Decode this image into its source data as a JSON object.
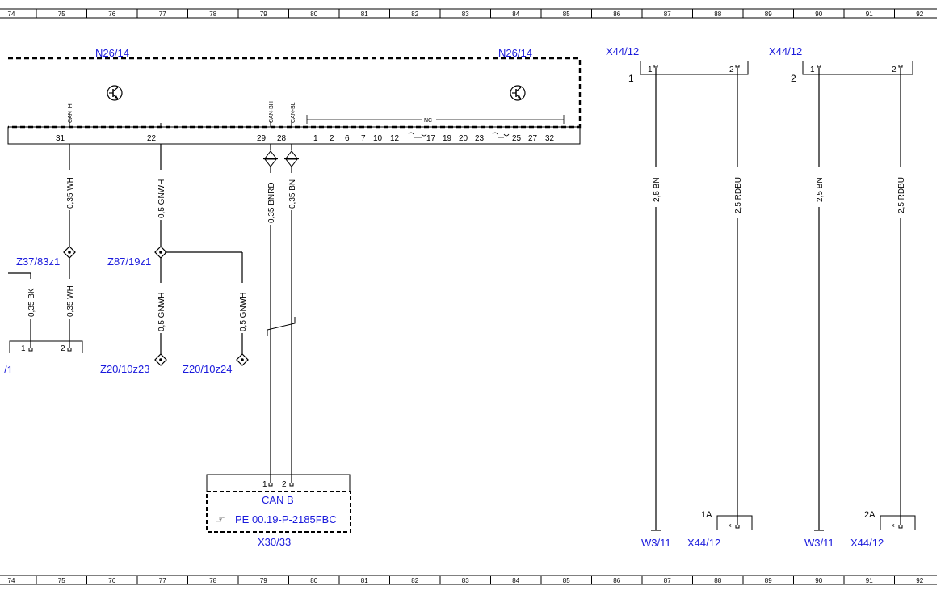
{
  "ruler": [
    "74",
    "75",
    "76",
    "77",
    "78",
    "79",
    "80",
    "81",
    "82",
    "83",
    "84",
    "85",
    "86",
    "87",
    "88",
    "89",
    "90",
    "91",
    "92"
  ],
  "module": {
    "label_left": "N26/14",
    "label_right": "N26/14",
    "pins": [
      "31",
      "22",
      "29",
      "28",
      "1",
      "2",
      "6",
      "7",
      "10",
      "12",
      "17",
      "19",
      "20",
      "23",
      "25",
      "27",
      "32"
    ],
    "pin_labels": {
      "can_h": "CAN_H",
      "can_bh": "CAN-BH",
      "can_bl": "CAN-BL",
      "nc": "NC"
    }
  },
  "wires": {
    "w31": "0,35 WH",
    "w22": "0,5 GNWH",
    "w29": "0,35 BNRD",
    "w28": "0,35 BN",
    "w_bk": "0,35 BK",
    "w_wh2": "0,35 WH",
    "w_gnwh2": "0,5 GNWH",
    "w_gnwh3": "0,5 GNWH",
    "w87a": "2,5 BN",
    "w88a": "2,5 RDBU",
    "w90a": "2,5 BN",
    "w91a": "2,5 RDBU"
  },
  "splices": {
    "z37": "Z37/83z1",
    "z87": "Z87/19z1",
    "z20a": "Z20/10z23",
    "z20b": "Z20/10z24"
  },
  "connector_left": {
    "partial_label": "/1",
    "pin1": "1",
    "pin2": "2"
  },
  "can_box": {
    "title": "CAN B",
    "ref": "PE 00.19-P-2185FBC",
    "label": "X30/33",
    "pin1": "1",
    "pin2": "2"
  },
  "connectors_right": [
    {
      "label": "X44/12",
      "number": "1",
      "pin1": "1",
      "pin2": "2",
      "sub": "1A",
      "ground": "W3/11",
      "bottom": "X44/12"
    },
    {
      "label": "X44/12",
      "number": "2",
      "pin1": "1",
      "pin2": "2",
      "sub": "2A",
      "ground": "W3/11",
      "bottom": "X44/12"
    }
  ],
  "symbols": {
    "x": "x"
  }
}
